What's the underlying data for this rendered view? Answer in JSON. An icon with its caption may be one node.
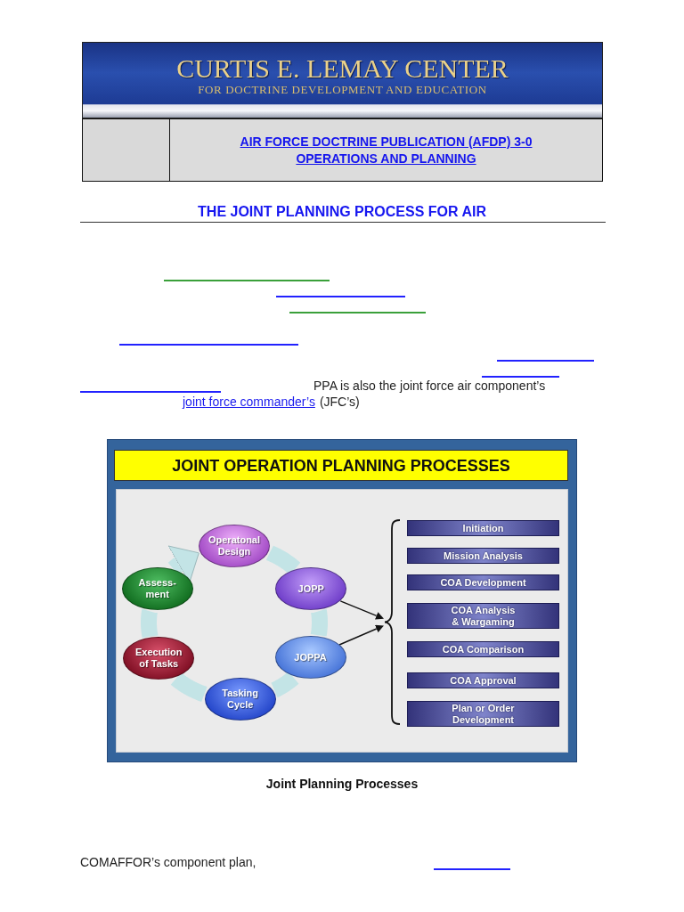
{
  "diagram": {
    "title": "THE JOINT PLANNING PROCESS FOR AIR",
    "caption": "Joint Planning Processes",
    "nodes": [
      {
        "text": [
          "JOINT OPERATION PLANNING PROCESSES"
        ]
      },
      {
        "text": [
          "Operatonal Design"
        ],
        "in": 0
      },
      {
        "text": [
          "JOPP"
        ],
        "in": 0
      },
      {
        "text": [
          "JOPPA"
        ],
        "in": 0
      },
      {
        "text": [
          "Tasking Cycle"
        ],
        "in": 0
      },
      {
        "text": [
          "Execution of Tasks"
        ],
        "in": 0
      },
      {
        "text": [
          "Assess- ment"
        ],
        "in": 0
      },
      {
        "text": [],
        "shape": "brace",
        "in": 0
      },
      {
        "text": [
          "Initiation"
        ],
        "in": 0
      },
      {
        "text": [
          "Mission Analysis"
        ],
        "in": 0
      },
      {
        "text": [
          "COA Development"
        ],
        "in": 0
      },
      {
        "text": [
          "COA Analysis & Wargaming"
        ],
        "in": 0
      },
      {
        "text": [
          "COA Comparison"
        ],
        "in": 0
      },
      {
        "text": [
          "COA Approval"
        ],
        "in": 0
      },
      {
        "text": [
          "Plan or Order Development"
        ],
        "in": 0
      }
    ],
    "edges": [
      {
        "from": 1,
        "to": 2,
        "arrow": "none"
      },
      {
        "from": 2,
        "to": 3,
        "arrow": "none"
      },
      {
        "from": 3,
        "to": 4,
        "arrow": "none"
      },
      {
        "from": 4,
        "to": 5,
        "arrow": "none"
      },
      {
        "from": 5,
        "to": 6,
        "arrow": "none"
      },
      {
        "from": 6,
        "to": 1,
        "arrow": "to"
      },
      {
        "from": 2,
        "to": 7,
        "arrow": "to",
        "color": "#111111"
      },
      {
        "from": 3,
        "to": 7,
        "arrow": "to",
        "color": "#111111"
      }
    ],
    "labels": [
      "CURTIS E. LEMAY CENTER",
      "FOR DOCTRINE DEVELOPMENT AND EDUCATION",
      "AIR FORCE DOCTRINE PUBLICATION (AFDP) 3-0 OPERATIONS AND PLANNING",
      "PPA is also the joint force air component’s",
      "joint force commander’s",
      "(JFC’s)",
      "COMAFFOR’s component plan,"
    ]
  }
}
